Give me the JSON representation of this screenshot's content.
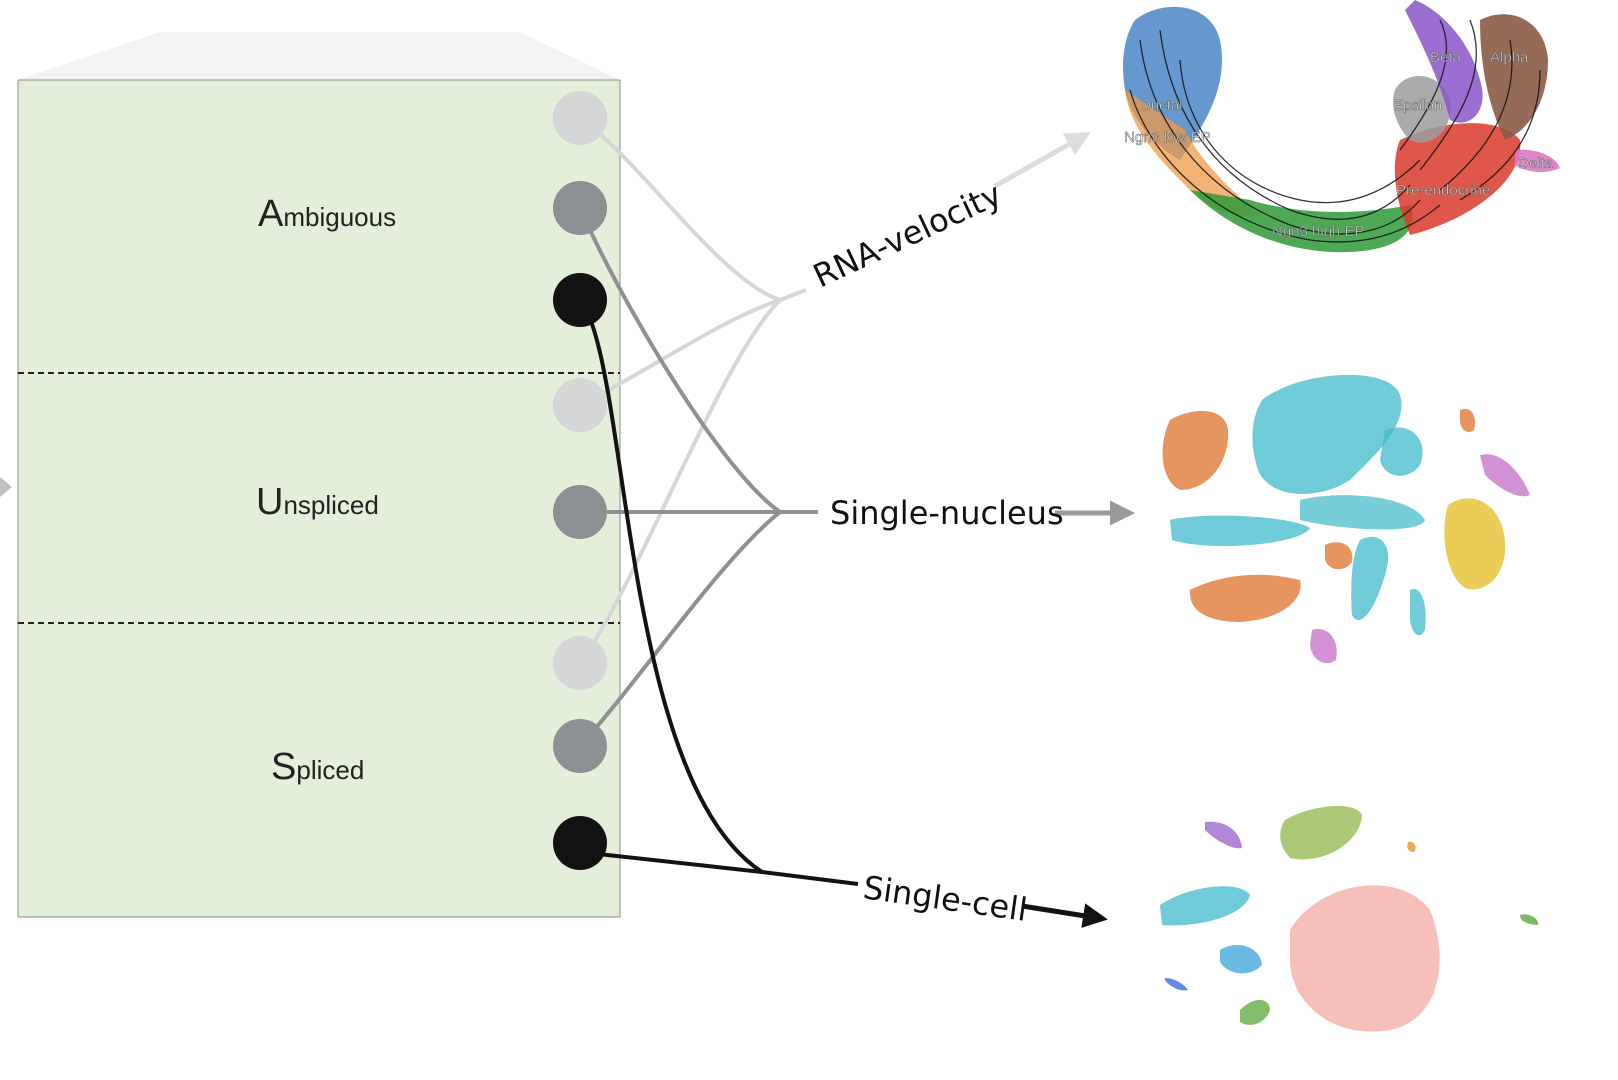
{
  "matrix": {
    "sections": [
      {
        "initial": "A",
        "rest": "mbiguous"
      },
      {
        "initial": "U",
        "rest": "nspliced"
      },
      {
        "initial": "S",
        "rest": "pliced"
      }
    ]
  },
  "outputs": {
    "rna_velocity": "RNA-velocity",
    "single_nucleus": "Single-nucleus",
    "single_cell": "Single-cell"
  },
  "velocity_plot": {
    "cell_types": [
      "Ductal",
      "Ngn3 low EP",
      "Ngn3 high EP",
      "Pre-endocrine",
      "Epsilon",
      "Beta",
      "Alpha",
      "Delta"
    ]
  },
  "colors": {
    "matrix_fill": "#e3efd8",
    "light_gray": "#d4d6d8",
    "mid_gray": "#8e9194",
    "black": "#121212",
    "velocity_arrow": "#dcdcdc",
    "nucleus_arrow": "#9a9a9a"
  }
}
